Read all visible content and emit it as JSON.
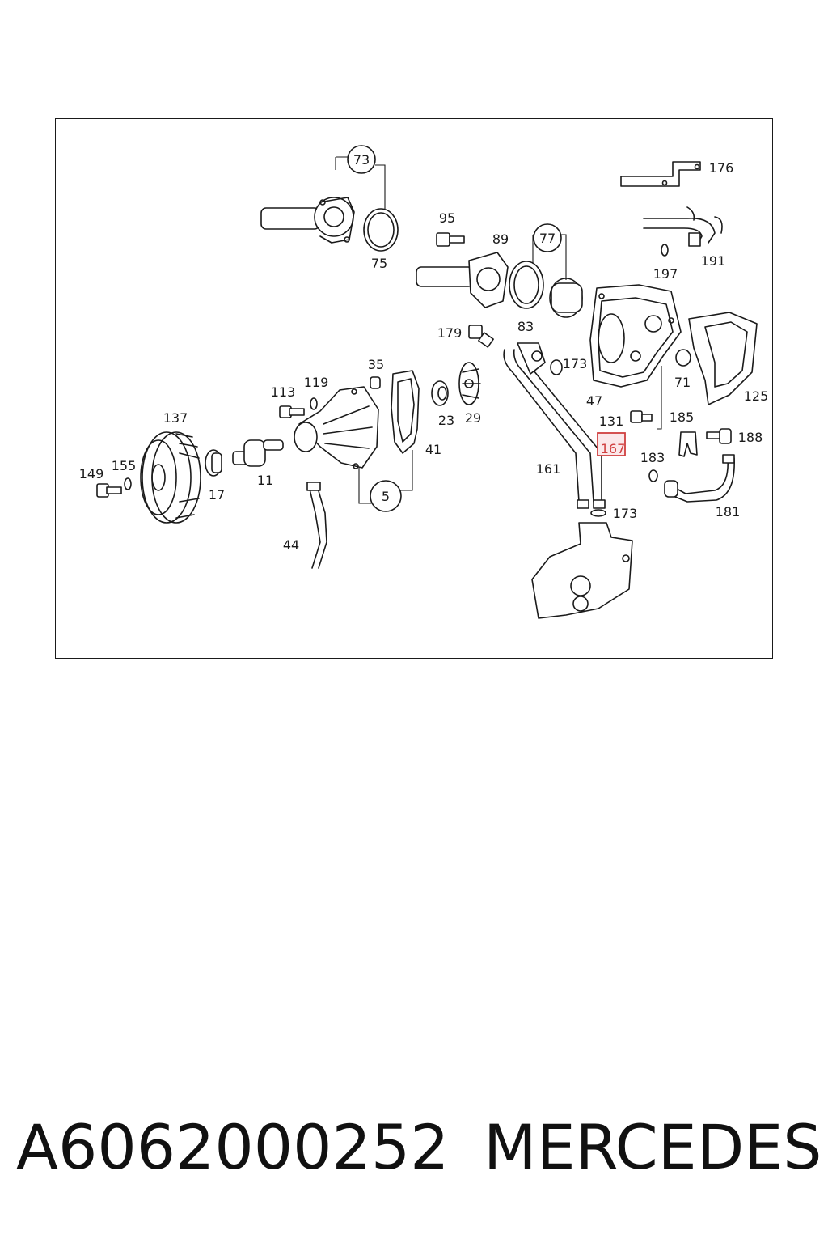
{
  "diagram": {
    "labels": {
      "l73": "73",
      "l75": "75",
      "l95": "95",
      "l89": "89",
      "l77": "77",
      "l176": "176",
      "l191": "191",
      "l197": "197",
      "l83": "83",
      "l179": "179",
      "l173a": "173",
      "l35": "35",
      "l119": "119",
      "l113": "113",
      "l137": "137",
      "l71": "71",
      "l47": "47",
      "l125": "125",
      "l23": "23",
      "l29": "29",
      "l131": "131",
      "l185": "185",
      "l188": "188",
      "l41": "41",
      "l167": "167",
      "l183": "183",
      "l161": "161",
      "l149": "149",
      "l155": "155",
      "l17": "17",
      "l11": "11",
      "l5": "5",
      "l173b": "173",
      "l181": "181",
      "l44": "44"
    },
    "highlight_color": "#d04040"
  },
  "caption": {
    "part_number": "A6062000252",
    "brand": "MERCEDES"
  }
}
